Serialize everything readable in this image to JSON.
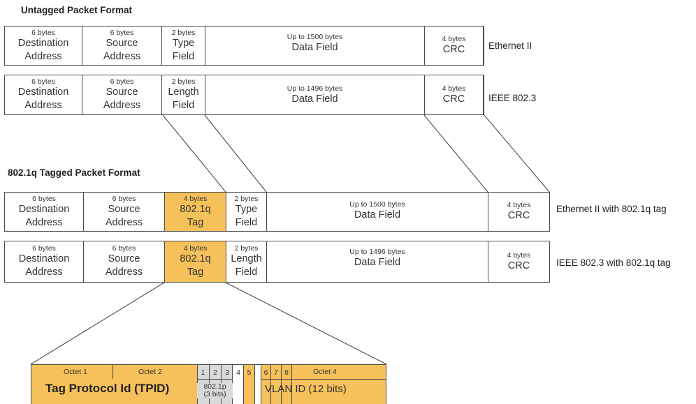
{
  "untagged_title": "Untagged Packet Format",
  "tagged_title": "802.1q Tagged Packet Format",
  "rows": [
    {
      "label": "Ethernet II",
      "fields": [
        {
          "size": "6 bytes",
          "name": [
            "Destination",
            "Address"
          ]
        },
        {
          "size": "6 bytes",
          "name": [
            "Source",
            "Address"
          ]
        },
        {
          "size": "2 bytes",
          "name": [
            "Type",
            "Field"
          ]
        },
        {
          "size": "Up to 1500 bytes",
          "name": [
            "Data Field"
          ]
        },
        {
          "size": "4 bytes",
          "name": [
            "CRC"
          ]
        }
      ]
    },
    {
      "label": "IEEE 802.3",
      "fields": [
        {
          "size": "6 bytes",
          "name": [
            "Destination",
            "Address"
          ]
        },
        {
          "size": "6 bytes",
          "name": [
            "Source",
            "Address"
          ]
        },
        {
          "size": "2 bytes",
          "name": [
            "Length",
            "Field"
          ]
        },
        {
          "size": "Up to 1496 bytes",
          "name": [
            "Data Field"
          ]
        },
        {
          "size": "4 bytes",
          "name": [
            "CRC"
          ]
        }
      ]
    },
    {
      "label": "Ethernet II with 802.1q tag",
      "fields": [
        {
          "size": "6 bytes",
          "name": [
            "Destination",
            "Address"
          ]
        },
        {
          "size": "6 bytes",
          "name": [
            "Source",
            "Address"
          ]
        },
        {
          "size": "4 bytes",
          "name": [
            "802.1q",
            "Tag"
          ],
          "highlight": true
        },
        {
          "size": "2 bytes",
          "name": [
            "Type",
            "Field"
          ]
        },
        {
          "size": "Up to 1500 bytes",
          "name": [
            "Data Field"
          ]
        },
        {
          "size": "4 bytes",
          "name": [
            "CRC"
          ]
        }
      ]
    },
    {
      "label": "IEEE 802.3 with 802.1q tag",
      "fields": [
        {
          "size": "6 bytes",
          "name": [
            "Destination",
            "Address"
          ]
        },
        {
          "size": "6 bytes",
          "name": [
            "Source",
            "Address"
          ]
        },
        {
          "size": "4 bytes",
          "name": [
            "802.1q",
            "Tag"
          ],
          "highlight": true
        },
        {
          "size": "2 bytes",
          "name": [
            "Length",
            "Field"
          ]
        },
        {
          "size": "Up to 1496 bytes",
          "name": [
            "Data Field"
          ]
        },
        {
          "size": "4 bytes",
          "name": [
            "CRC"
          ]
        }
      ]
    }
  ],
  "tag_detail": {
    "octet1": "Octet 1",
    "octet2": "Octet 2",
    "octet4": "Octet 4",
    "tpid": "Tag Protocol Id (TPID)",
    "bits": [
      "1",
      "2",
      "3",
      "4",
      "5",
      "6",
      "7",
      "8"
    ],
    "priority": [
      "802.1p",
      "(3 bits)"
    ],
    "vlan": "VLAN ID (12 bits)"
  },
  "colors": {
    "tag_fill": "#f6c15a",
    "priority_fill": "#d9d9d9",
    "line": "#4a4a4a"
  }
}
